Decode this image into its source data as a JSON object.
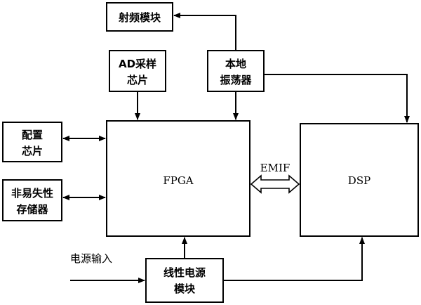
{
  "diagram": {
    "rf_module": "射频模块",
    "ad_chip": [
      "AD采样",
      "芯片"
    ],
    "local_osc": [
      "本地",
      "振荡器"
    ],
    "config_chip": [
      "配置",
      "芯片"
    ],
    "nvm": [
      "非易失性",
      "存储器"
    ],
    "fpga": "FPGA",
    "dsp": "DSP",
    "emif": "EMIF",
    "power_input": "电源输入",
    "linear_power": [
      "线性电源",
      "模块"
    ]
  }
}
